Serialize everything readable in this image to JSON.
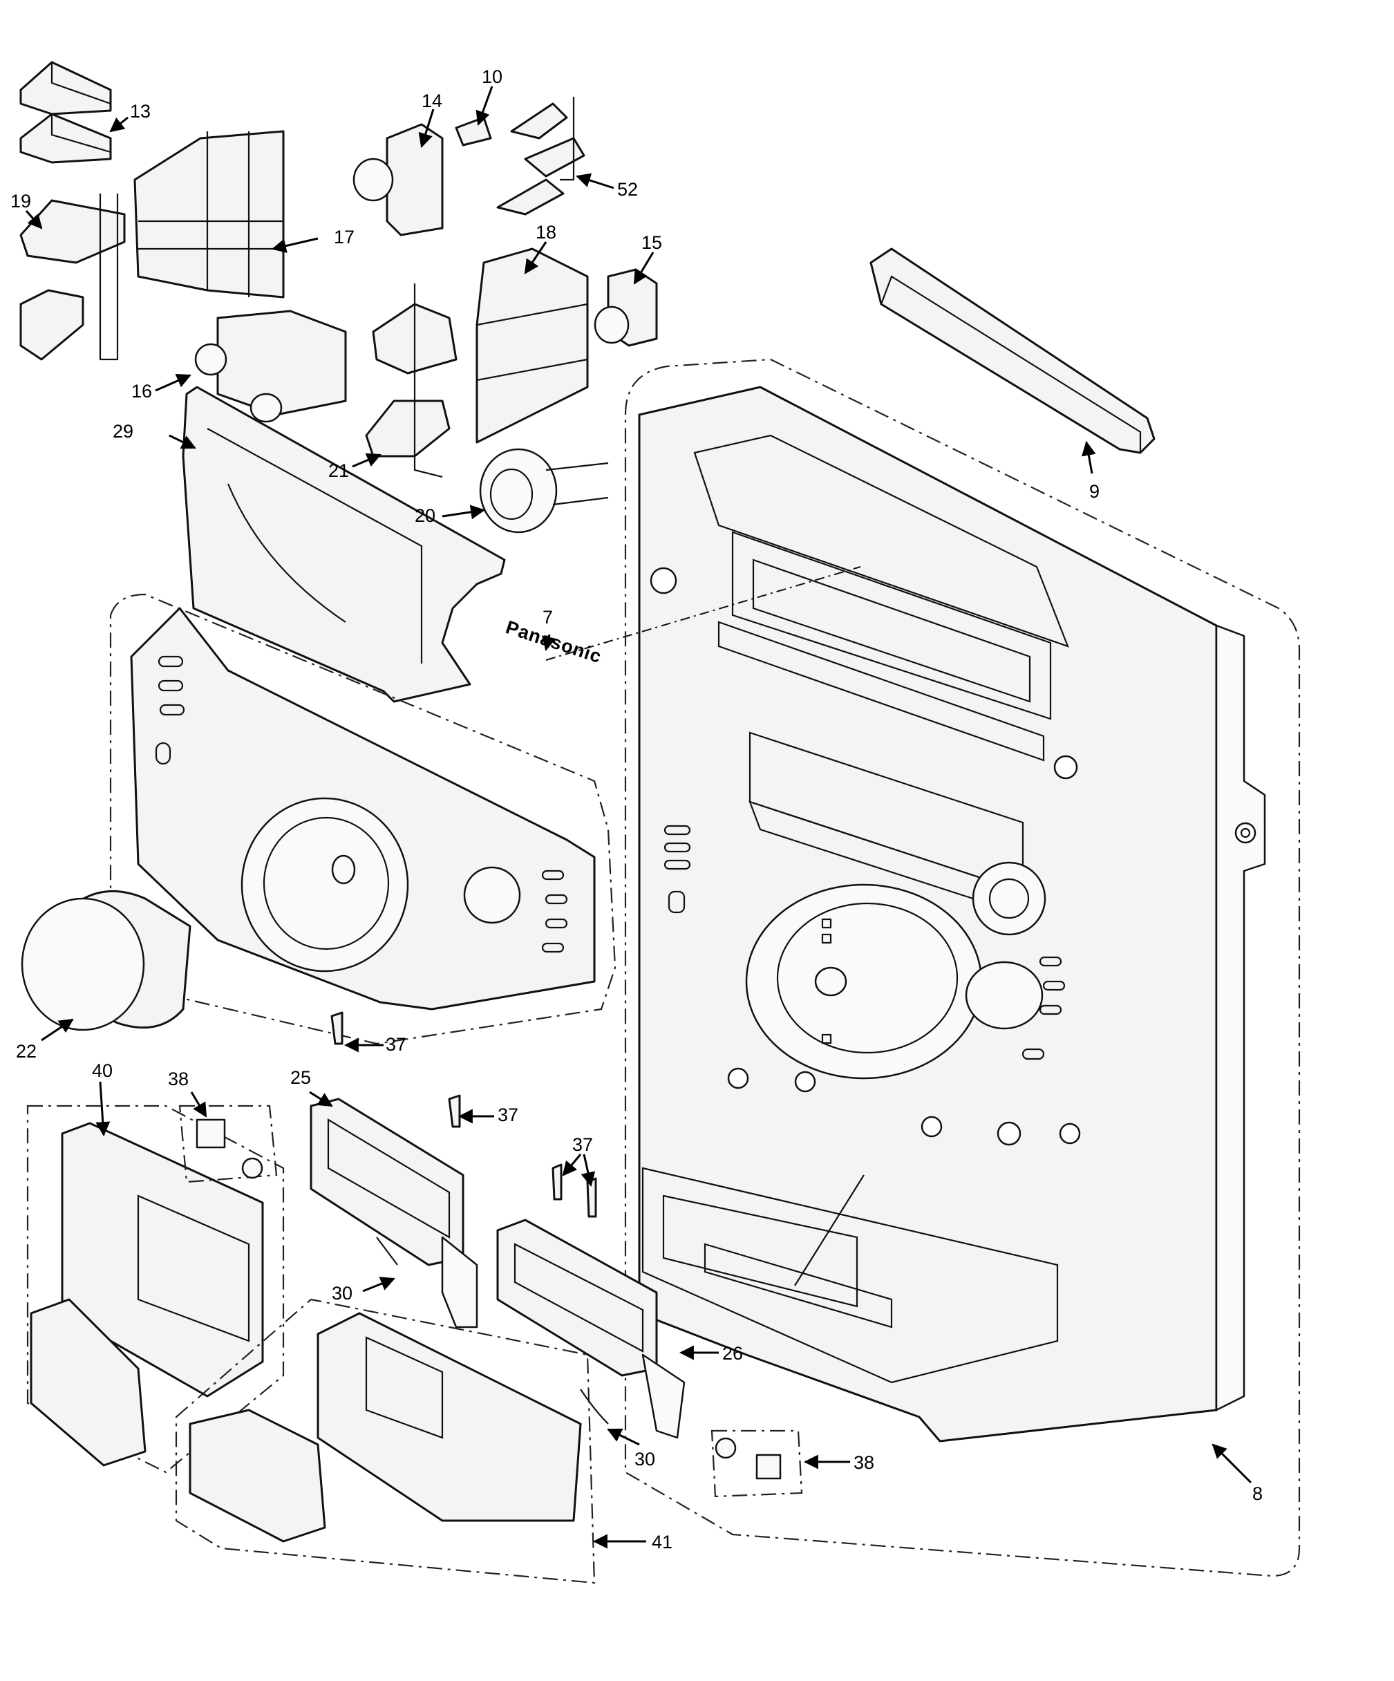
{
  "brand_text": "Panasonic",
  "callouts": {
    "c7": "7",
    "c8": "8",
    "c9": "9",
    "c10": "10",
    "c13": "13",
    "c14": "14",
    "c15": "15",
    "c16": "16",
    "c17": "17",
    "c18": "18",
    "c19": "19",
    "c20": "20",
    "c21": "21",
    "c22": "22",
    "c25": "25",
    "c26": "26",
    "c29": "29",
    "c30a": "30",
    "c30b": "30",
    "c37a": "37",
    "c37b": "37",
    "c37c": "37",
    "c38a": "38",
    "c38b": "38",
    "c40": "40",
    "c41": "41",
    "c52": "52"
  }
}
